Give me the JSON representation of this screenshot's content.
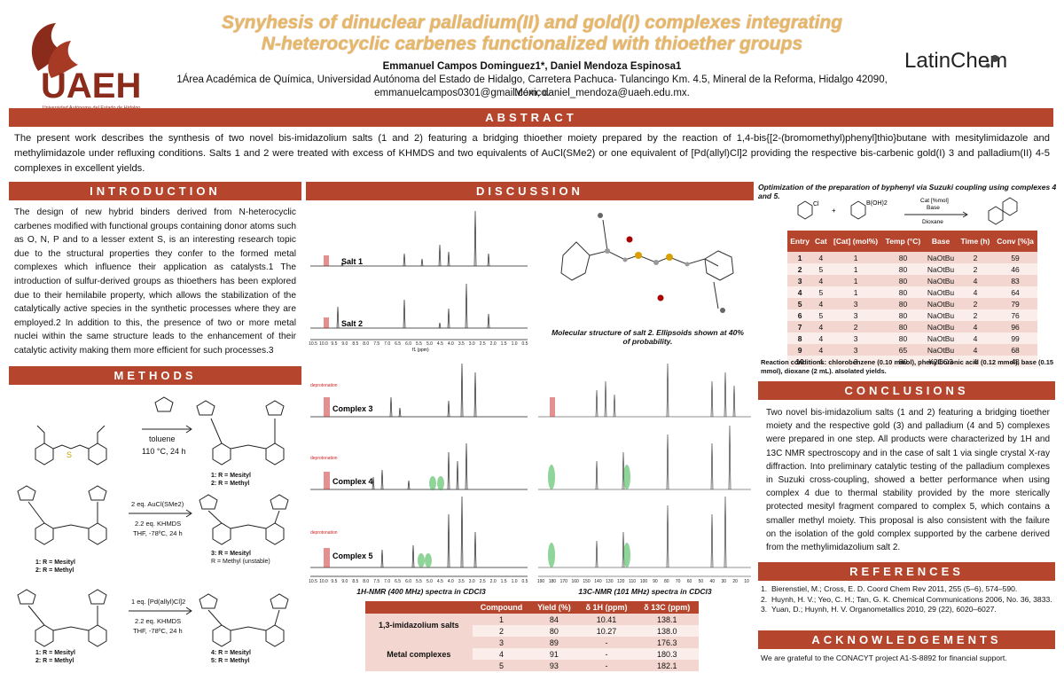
{
  "header": {
    "title_line1": "Synyhesis of dinuclear palladium(II) and gold(I) complexes integrating",
    "title_line2": "N-heterocyclic carbenes functionalized with thioether groups",
    "authors": "Emmanuel Campos Dominguez1*, Daniel Mendoza Espinosa1",
    "affiliation": "1Área Académica de Química, Universidad Autónoma del Estado de Hidalgo, Carretera Pachuca- Tulancingo Km. 4.5, Mineral de la Reforma, Hidalgo 42090, México.",
    "emails": "emmanuelcampos0301@gmail.com, daniel_mendoza@uaeh.edu.mx.",
    "logo_left_text": "UAEH",
    "logo_left_caption": "Universidad Autónoma del Estado de Hidalgo",
    "logo_right_text": "LatinChem",
    "colors": {
      "accent": "#b5452c",
      "title": "#e8b86a",
      "logo": "#8a2b1c"
    }
  },
  "abstract": {
    "heading": "ABSTRACT",
    "text": "The present work describes the synthesis of two novel bis-imidazolium salts (1 and 2) featuring a bridging thioether moiety prepared by the reaction of 1,4-bis{[2-(bromomethyl)phenyl]thio}butane with mesitylimidazole and methylimidazole under refluxing conditions. Salts 1 and 2 were treated with excess of KHMDS and two equivalents of AuCl(SMe2) or one equivalent of [Pd(allyl)Cl]2 providing the respective bis-carbenic gold(I) 3 and palladium(II) 4-5 complexes in excellent yields."
  },
  "introduction": {
    "heading": "INTRODUCTION",
    "text": "The design of new hybrid binders derived from N-heterocyclic carbenes modified with functional groups containing donor atoms such as O, N, P and to a lesser extent S, is an interesting research topic due to the structural properties they confer to the formed metal complexes which influence their application as catalysts.1 The introduction of sulfur-derived groups as thioethers has been explored due to their hemilabile property, which allows the stabilization of the catalytically active species in the synthetic processes where they are employed.2 In addition to this, the presence of two or more metal nuclei within the same structure leads to the enhancement of their catalytic activity making them more efficient for such processes.3"
  },
  "methods": {
    "heading": "METHODS",
    "step1": {
      "cond1": "toluene",
      "cond2": "110 °C, 24 h",
      "label1": "1: R = Mesityl",
      "label2": "2: R = Methyl"
    },
    "step2": {
      "cond1": "2 eq. AuCl(SMe2)",
      "cond2": "2.2 eq. KHMDS",
      "cond3": "THF, -78ºC, 24 h",
      "start1": "1: R = Mesityl",
      "start2": "2: R = Methyl",
      "label1": "3: R = Mesityl",
      "label2": "R = Methyl (unstable)"
    },
    "step3": {
      "cond1": "1 eq. [Pd(allyl)Cl]2",
      "cond2": "2.2 eq. KHMDS",
      "cond3": "THF, -78ºC, 24 h",
      "start1": "1: R = Mesityl",
      "start2": "2: R = Methyl",
      "label1": "4: R = Mesityl",
      "label2": "5: R = Methyl"
    }
  },
  "discussion": {
    "heading": "DISCUSSION",
    "spec_labels": [
      "Salt 1",
      "Salt 2",
      "Complex 3",
      "Complex 4",
      "Complex 5"
    ],
    "deprotonation": "deprotonation",
    "ppm_axis": "f1 (ppm)",
    "h_ticks": [
      "10.5",
      "10.0",
      "9.5",
      "9.0",
      "8.5",
      "8.0",
      "7.5",
      "7.0",
      "6.5",
      "6.0",
      "5.5",
      "5.0",
      "4.5",
      "4.0",
      "3.5",
      "3.0",
      "2.5",
      "2.0",
      "1.5",
      "1.0",
      "0.5"
    ],
    "c_ticks": [
      "190",
      "180",
      "170",
      "160",
      "150",
      "140",
      "130",
      "120",
      "110",
      "100",
      "90",
      "80",
      "70",
      "60",
      "50",
      "40",
      "30",
      "20",
      "10"
    ],
    "xray_caption": "Molecular structure of salt 2. Ellipsoids shown at 40% of probability.",
    "h_caption": "1H-NMR (400 MHz) spectra in CDCl3",
    "c_caption": "13C-NMR (101 MHz) spectra in CDCl3",
    "table": {
      "headers": [
        "Compound",
        "Yield (%)",
        "δ 1H (ppm)",
        "δ 13C (ppm)"
      ],
      "group1": "1,3-imidazolium salts",
      "group2": "Metal complexes",
      "rows": [
        [
          "1",
          "84",
          "10.41",
          "138.1"
        ],
        [
          "2",
          "80",
          "10.27",
          "138.0"
        ],
        [
          "3",
          "89",
          "-",
          "176.3"
        ],
        [
          "4",
          "91",
          "-",
          "180.3"
        ],
        [
          "5",
          "93",
          "-",
          "182.1"
        ]
      ]
    }
  },
  "optimization": {
    "title": "Optimization of the preparation of byphenyl via Suzuki coupling using complexes 4 and 5.",
    "cond1": "Cat [%mol]",
    "cond2": "Base",
    "cond3": "Dioxane",
    "reagent1": "Cl",
    "reagent2": "B(OH)2",
    "headers": [
      "Entry",
      "Cat",
      "[Cat] (mol%)",
      "Temp (°C)",
      "Base",
      "Time (h)",
      "Conv [%]a"
    ],
    "rows": [
      [
        "1",
        "4",
        "1",
        "80",
        "NaOtBu",
        "2",
        "59"
      ],
      [
        "2",
        "5",
        "1",
        "80",
        "NaOtBu",
        "2",
        "46"
      ],
      [
        "3",
        "4",
        "1",
        "80",
        "NaOtBu",
        "4",
        "83"
      ],
      [
        "4",
        "5",
        "1",
        "80",
        "NaOtBu",
        "4",
        "64"
      ],
      [
        "5",
        "4",
        "3",
        "80",
        "NaOtBu",
        "2",
        "79"
      ],
      [
        "6",
        "5",
        "3",
        "80",
        "NaOtBu",
        "2",
        "76"
      ],
      [
        "7",
        "4",
        "2",
        "80",
        "NaOtBu",
        "4",
        "96"
      ],
      [
        "8",
        "4",
        "3",
        "80",
        "NaOtBu",
        "4",
        "99"
      ],
      [
        "9",
        "4",
        "3",
        "65",
        "NaOtBu",
        "4",
        "68"
      ],
      [
        "10",
        "4",
        "3",
        "80",
        "K2CO3",
        "4",
        "48"
      ]
    ],
    "note": "Reaction conditions: chlorobenzene (0.10 mmol), phenylboronic acid (0.12 mmol), base (0.15 mmol), dioxane (2 mL). aIsolated yields."
  },
  "conclusions": {
    "heading": "CONCLUSIONS",
    "text": "Two novel bis-imidazolium salts (1 and 2) featuring a bridging tioether moiety and the respective gold (3) and palladium (4 and 5) complexes were prepared in one step. All products were characterized by 1H and 13C NMR spectroscopy and in the case of salt 1 via single crystal X-ray diffraction. Into preliminary catalytic testing of the palladium complexes in Suzuki cross-coupling, showed a better performance when using complex 4 due to thermal stability provided by the more sterically protected mesityl fragment compared to complex 5, which contains a smaller methyl moiety. This proposal is also consistent with the failure on the isolation of the gold complex supported by the carbene derived from the methylimidazolium salt 2."
  },
  "references": {
    "heading": "REFERENCES",
    "items": [
      "Bierenstiel, M.; Cross, E. D. Coord Chem Rev 2011, 255 (5–6), 574–590.",
      "Huynh, H. V.; Yeo, C. H.; Tan, G. K. Chemical Communications 2006, No. 36, 3833.",
      "Yuan, D.; Huynh, H. V. Organometallics 2010, 29 (22), 6020–6027."
    ]
  },
  "acknowledgements": {
    "heading": "ACKNOWLEDGEMENTS",
    "text": "We are grateful to the CONACYT project A1-S-8892 for financial support."
  }
}
